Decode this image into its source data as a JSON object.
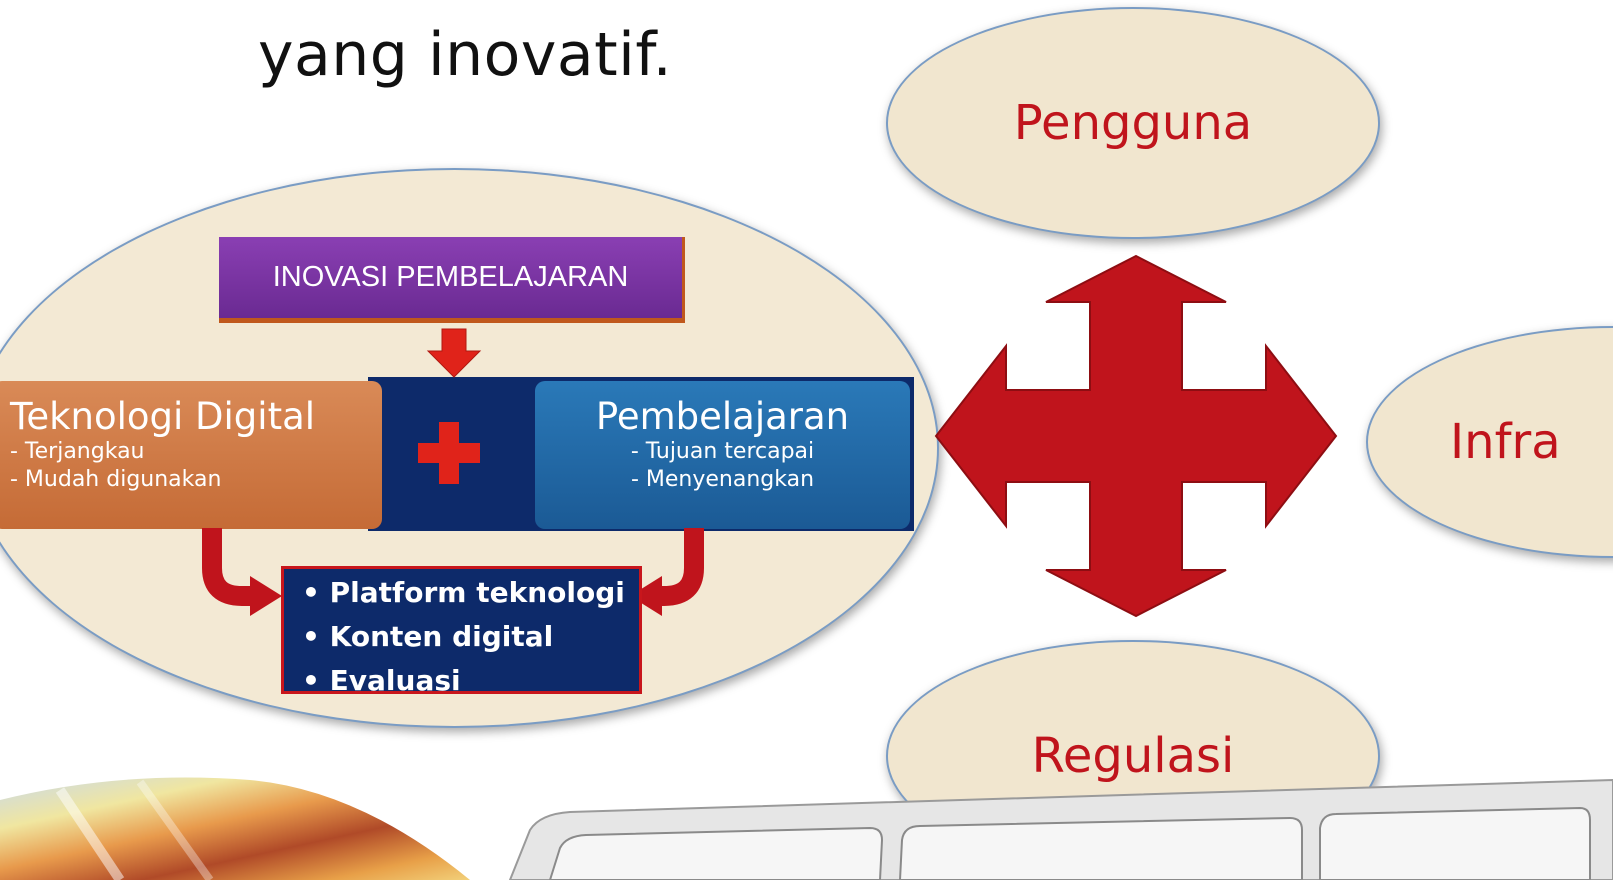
{
  "heading": "yang inovatif.",
  "inner_diagram": {
    "top_box": "INOVASI PEMBELAJARAN",
    "left_box": {
      "title": "Teknologi Digital",
      "points": [
        "- Terjangkau",
        "- Mudah digunakan"
      ]
    },
    "right_box": {
      "title": "Pembelajaran",
      "points": [
        "- Tujuan tercapai",
        "- Menyenangkan"
      ]
    },
    "plus_symbol": "+",
    "result_box": {
      "items": [
        "• Platform teknologi",
        "• Konten digital",
        "• Evaluasi"
      ]
    }
  },
  "outer_nodes": {
    "top": "Pengguna",
    "right": "Infra",
    "bottom": "Regulasi"
  },
  "colors": {
    "oval_fill": "#f1e6cf",
    "oval_border": "#7a9cc4",
    "node_text": "#c0141c",
    "arrow": "#c0141c",
    "inovasi_box": "#7b35a6",
    "teknologi_box": "#d07a45",
    "pembelajaran_box": "#2269a8",
    "navy": "#0d2a6a"
  },
  "icons": [
    "four-way-arrow-icon",
    "plus-icon",
    "down-arrow-icon",
    "curved-arrow-icon",
    "cd-disc-icon",
    "keyboard-icon"
  ]
}
